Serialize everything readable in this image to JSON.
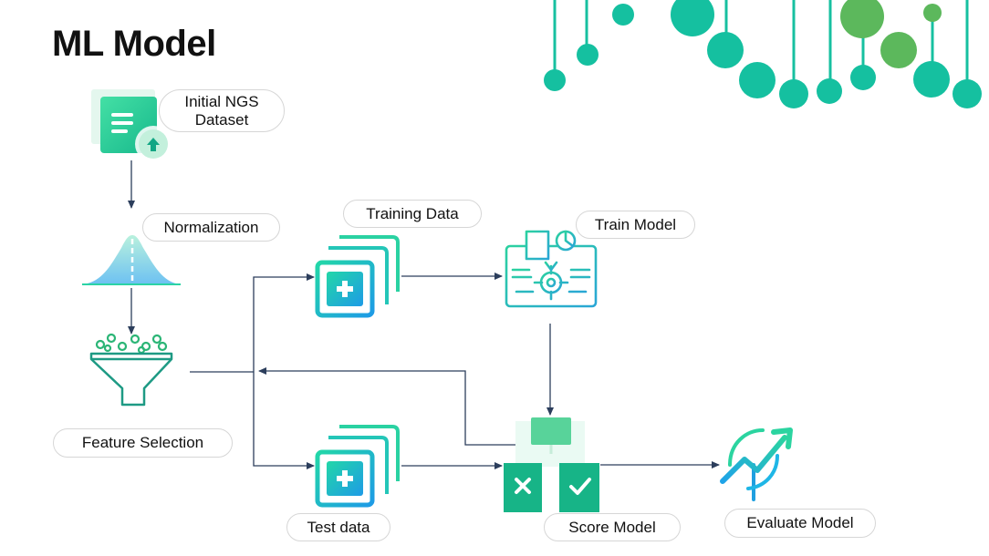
{
  "title": "ML Model",
  "nodes": {
    "initial_dataset": "Initial NGS Dataset",
    "normalization": "Normalization",
    "feature_selection": "Feature Selection",
    "training_data": "Training Data",
    "test_data": "Test data",
    "train_model": "Train Model",
    "score_model": "Score Model",
    "evaluate_model": "Evaluate Model"
  },
  "icons": {
    "initial_dataset": "document-upload-icon",
    "normalization": "bell-curve-icon",
    "feature_selection": "funnel-icon",
    "training_data": "stacked-cards-plus-icon",
    "test_data": "stacked-cards-plus-icon",
    "train_model": "monitor-gear-icon",
    "score_model": "reject-accept-icon",
    "evaluate_model": "trend-chart-icon"
  },
  "colors": {
    "accent_green": "#1fc79a",
    "accent_teal": "#19b9c9",
    "accent_blue": "#24a6e6",
    "connector": "#2c3e5c",
    "text": "#111111"
  }
}
